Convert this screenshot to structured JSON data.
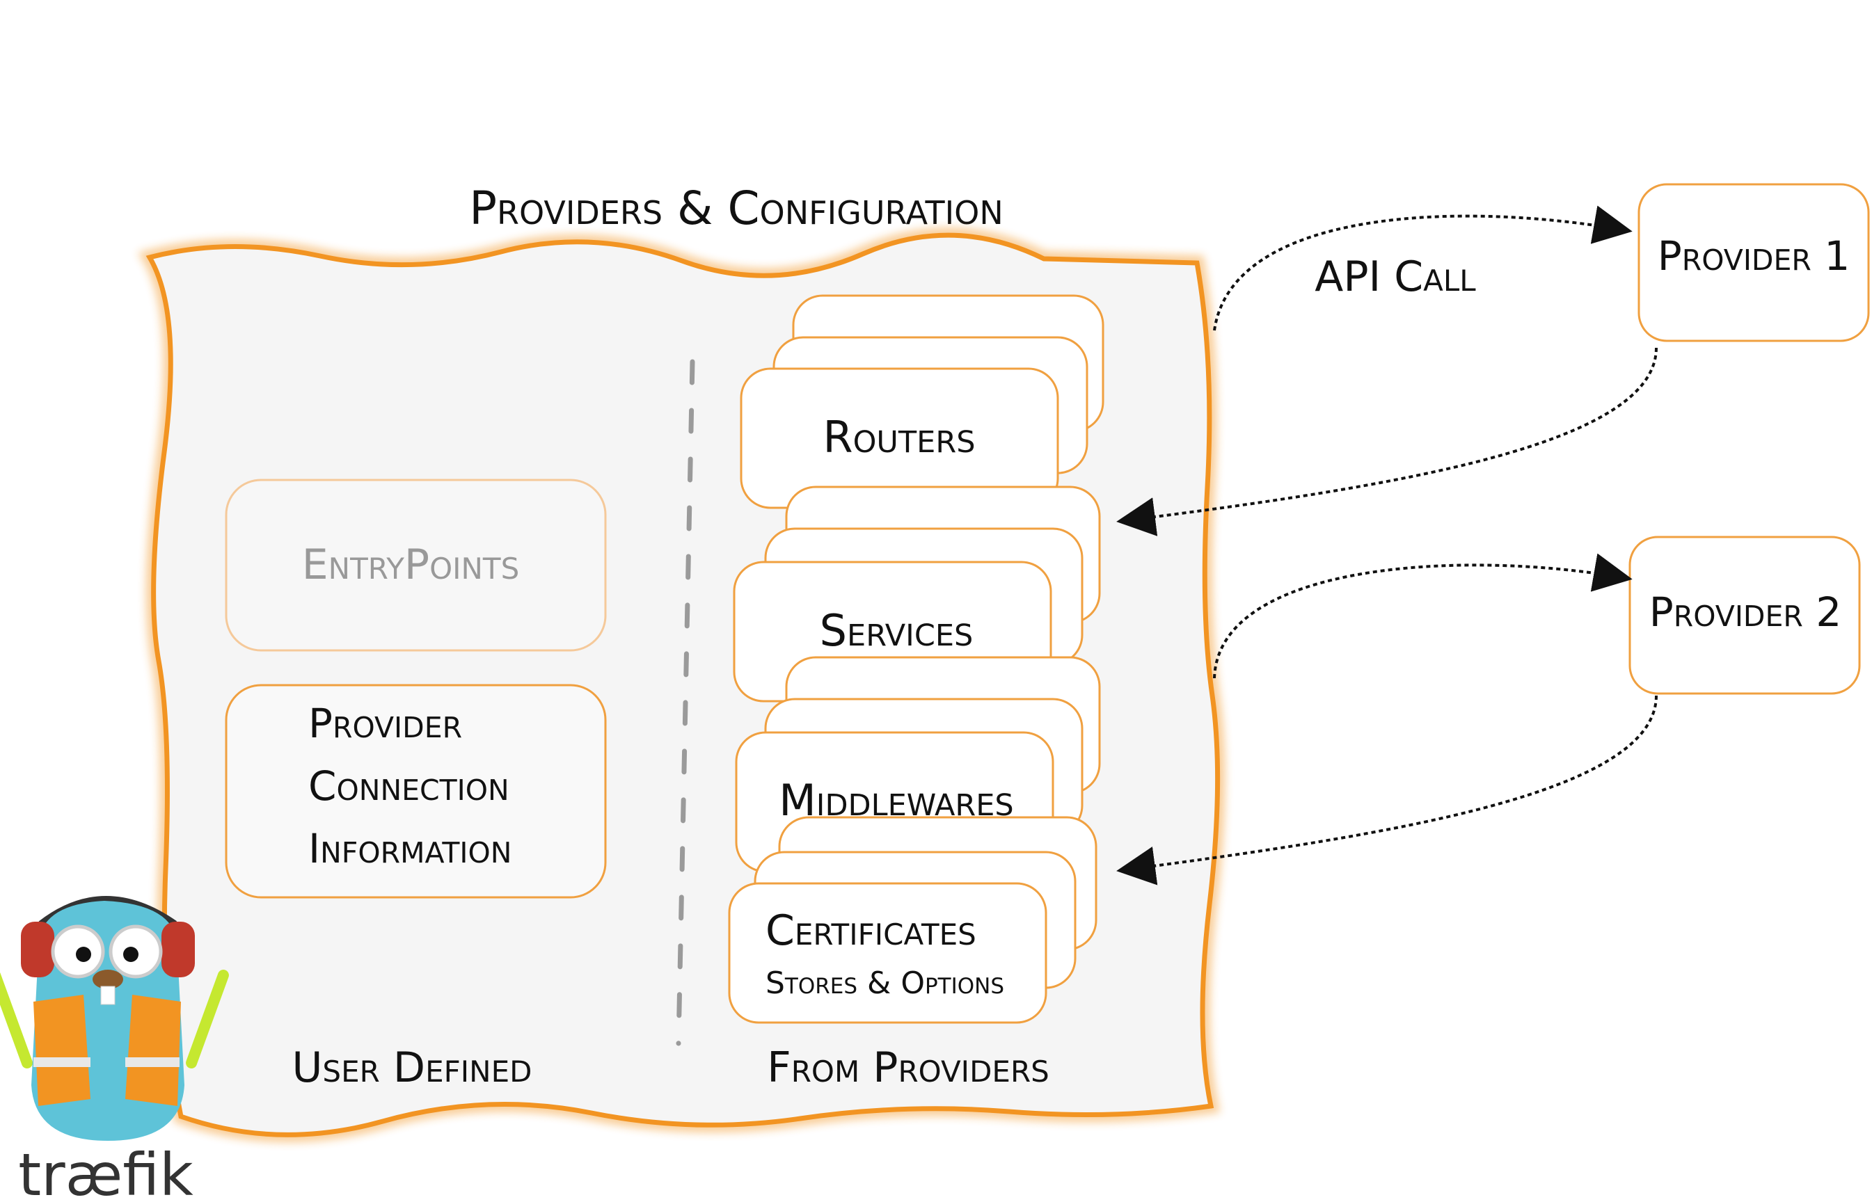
{
  "diagram": {
    "title": "Providers & Configuration",
    "api_call_label": "API Call",
    "left_column_caption": "User Defined",
    "right_column_caption": "From Providers",
    "entrypoints_label": "EntryPoints",
    "provider_connection_lines": [
      "Provider",
      "Connection",
      "Information"
    ],
    "stacks": {
      "routers": "Routers",
      "services": "Services",
      "middlewares": "Middlewares",
      "certificates_title": "Certificates",
      "certificates_subtitle": "Stores & Options"
    },
    "providers": [
      "Provider 1",
      "Provider 2"
    ],
    "logo_text": "træfik"
  },
  "colors": {
    "frame_orange": "#f29422",
    "panel_fill": "#f5f5f5",
    "card_border": "#f0a040",
    "entrypoints_text": "#999999",
    "entrypoints_border": "#f5c99a",
    "text": "#111111",
    "divider": "#9a9a9a",
    "mascot_blue": "#5ec3d8",
    "logo_text": "#333333",
    "logo_ae": "#2aa7c9"
  }
}
